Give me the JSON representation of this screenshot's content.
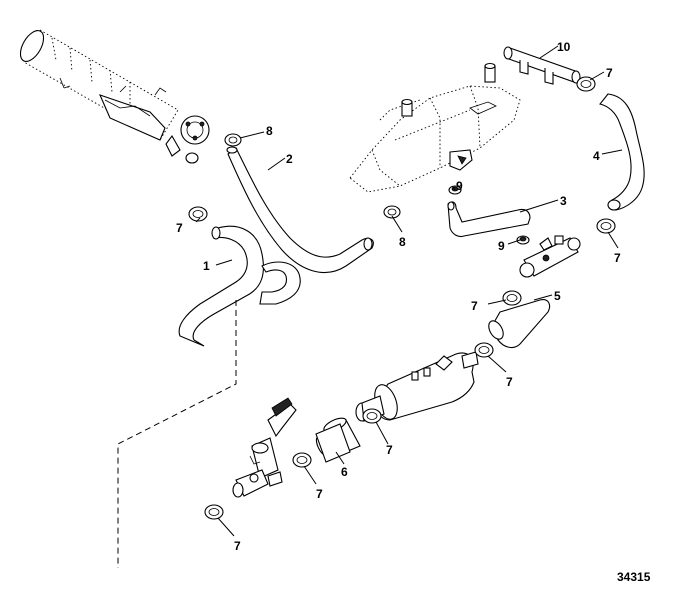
{
  "figure_number": "34315",
  "callouts": {
    "c1": "1",
    "c2": "2",
    "c3": "3",
    "c4": "4",
    "c5": "5",
    "c6": "6",
    "c7": "7",
    "c8": "8",
    "c9": "9",
    "c10": "10"
  }
}
